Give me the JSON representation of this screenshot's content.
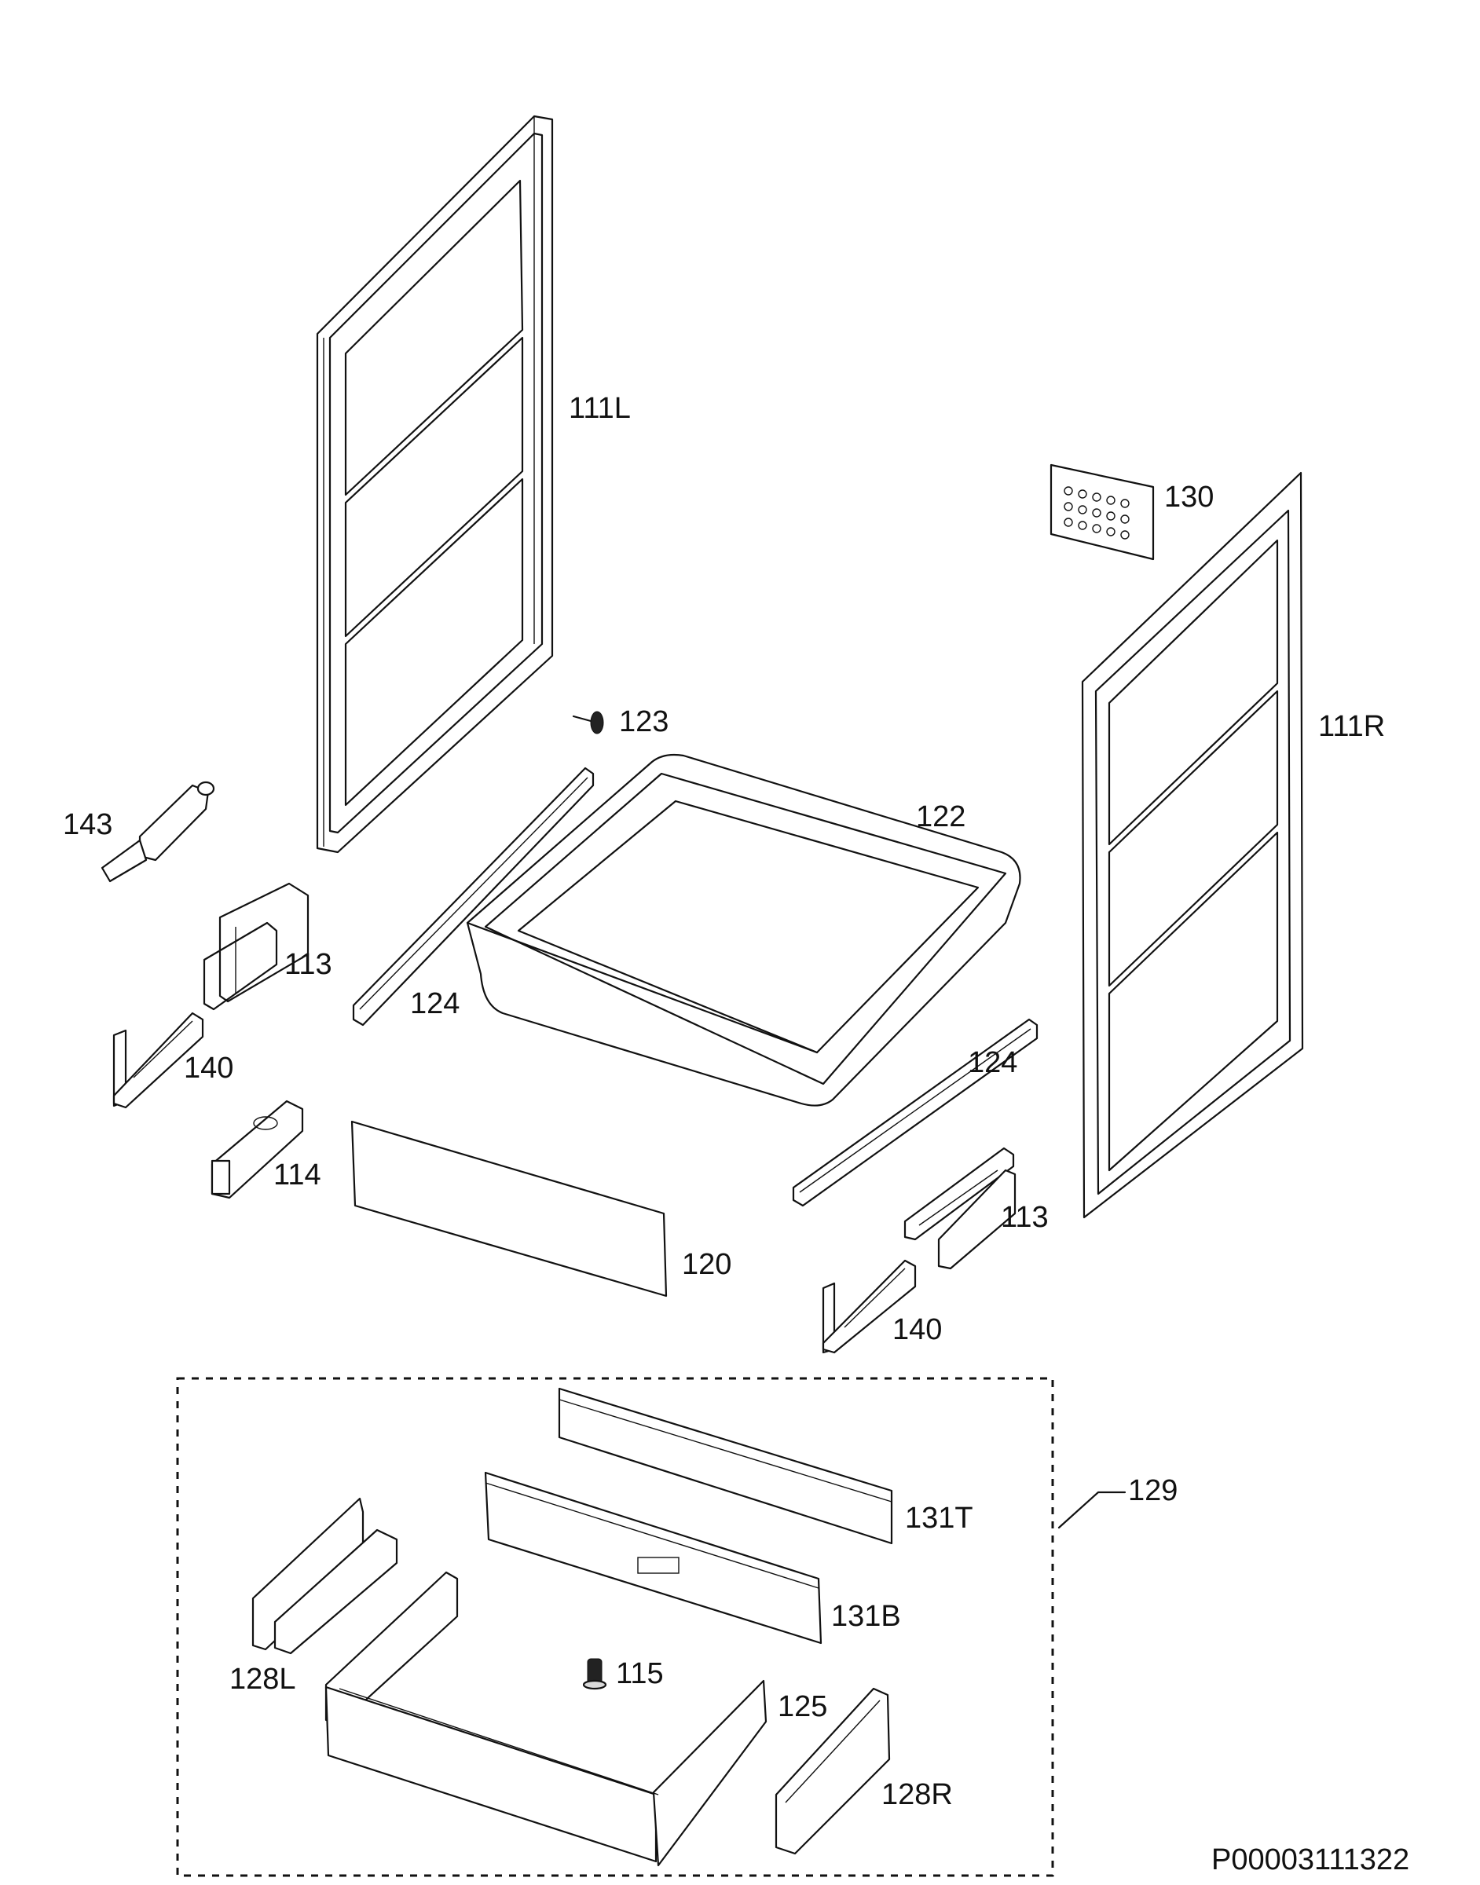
{
  "labels": {
    "p111L": "111L",
    "p111R": "111R",
    "p130": "130",
    "p123": "123",
    "p122": "122",
    "p143": "143",
    "p113_left": "113",
    "p113_right": "113",
    "p124_left": "124",
    "p124_right": "124",
    "p140_left": "140",
    "p140_right": "140",
    "p114": "114",
    "p120": "120",
    "p129": "129",
    "p131T": "131T",
    "p131B": "131B",
    "p115": "115",
    "p128L": "128L",
    "p125": "125",
    "p128R": "128R"
  },
  "drawing_code": "P00003111322"
}
